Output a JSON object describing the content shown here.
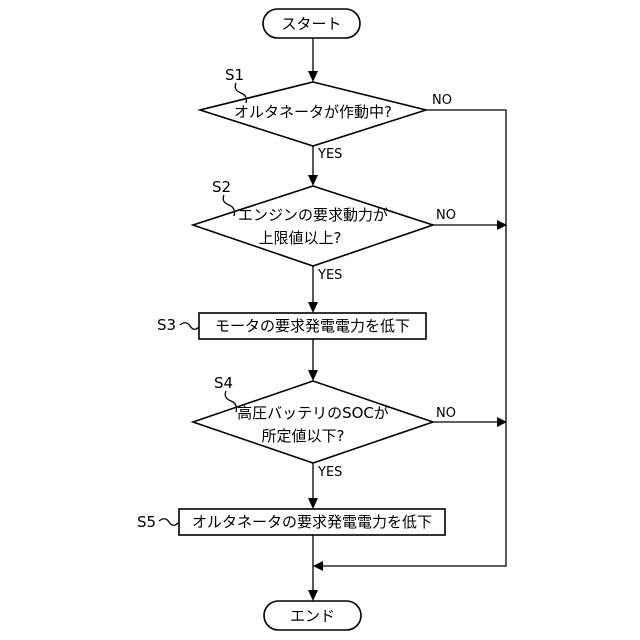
{
  "start": "スタート",
  "end": "エンド",
  "steps": {
    "s1": {
      "id": "S1",
      "text": "オルタネータが作動中?",
      "yes": "YES",
      "no": "NO"
    },
    "s2": {
      "id": "S2",
      "line1": "エンジンの要求動力が",
      "line2": "上限値以上?",
      "yes": "YES",
      "no": "NO"
    },
    "s3": {
      "id": "S3",
      "text": "モータの要求発電電力を低下"
    },
    "s4": {
      "id": "S4",
      "line1": "高圧バッテリのSOCが",
      "line2": "所定値以下?",
      "yes": "YES",
      "no": "NO"
    },
    "s5": {
      "id": "S5",
      "text": "オルタネータの要求発電電力を低下"
    }
  }
}
